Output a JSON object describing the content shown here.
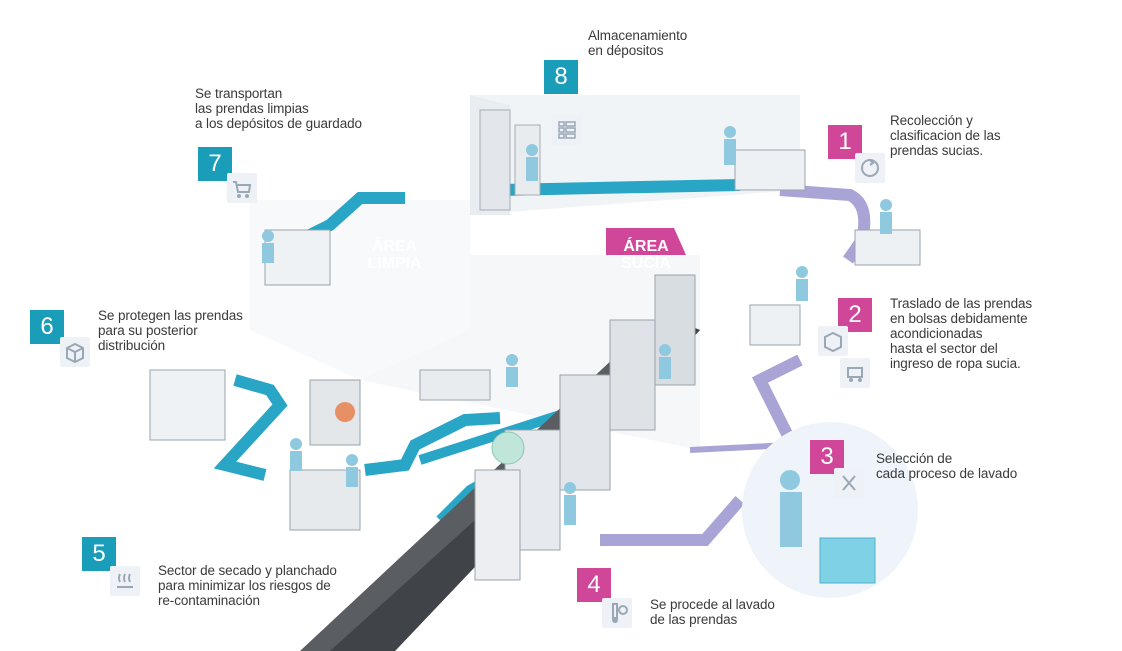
{
  "areas": {
    "clean": {
      "line1": "ÁREA",
      "line2": "LIMPIA",
      "color": "#1e5aa3"
    },
    "dirty": {
      "line1": "ÁREA",
      "line2": "SUCIA",
      "color": "#d0479a"
    }
  },
  "colors": {
    "teal": "#1a9db8",
    "pink": "#d0479a",
    "clean_path": "#29a5c6",
    "dirty_path": "#a9a4d6"
  },
  "steps": [
    {
      "number": "1",
      "text": "Recolección y\nclasificacion de las\nprendas sucias.",
      "icon": "recycle-icon"
    },
    {
      "number": "2",
      "text": "Traslado de las prendas\nen  bolsas debidamente\nacondicionadas\nhasta el sector del\ningreso de ropa sucia.",
      "icon": "box-icon"
    },
    {
      "number": "3",
      "text": "Selección de\ncada proceso de lavado",
      "icon": "scissors-icon"
    },
    {
      "number": "4",
      "text": "Se procede al lavado\nde las prendas",
      "icon": "thermometer-icon"
    },
    {
      "number": "5",
      "text": "Sector de secado y planchado\npara minimizar los riesgos de\nre-contaminación",
      "icon": "steam-icon"
    },
    {
      "number": "6",
      "text": "Se protegen las prendas\npara su posterior\ndistribución",
      "icon": "package-icon"
    },
    {
      "number": "7",
      "text": "Se transportan\nlas prendas limpias\na los depósitos de guardado",
      "icon": "cart-icon"
    },
    {
      "number": "8",
      "text": "Almacenamiento\nen dépositos",
      "icon": "shelf-icon"
    }
  ]
}
